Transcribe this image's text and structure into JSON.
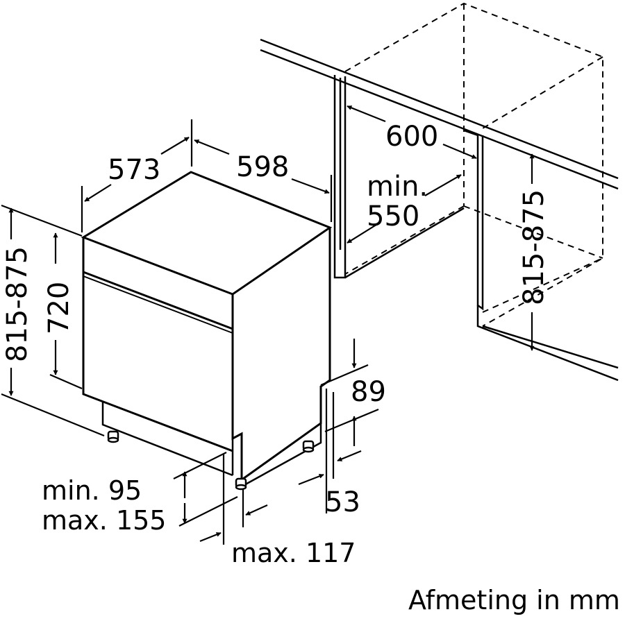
{
  "diagram": {
    "stroke_color": "#000000",
    "background": "#ffffff",
    "dimensions": {
      "depth": "573",
      "width": "598",
      "niche_width": "600",
      "niche_depth_line1": "min.",
      "niche_depth_line2": "550",
      "niche_height": "815-875",
      "total_height": "815-875",
      "body_height": "720",
      "plinth_top": "89",
      "plinth_bottom": "53",
      "plinth_height_line1": "min. 95",
      "plinth_height_line2": "max. 155",
      "plinth_depth": "max. 117"
    },
    "caption": "Afmeting in mm"
  }
}
